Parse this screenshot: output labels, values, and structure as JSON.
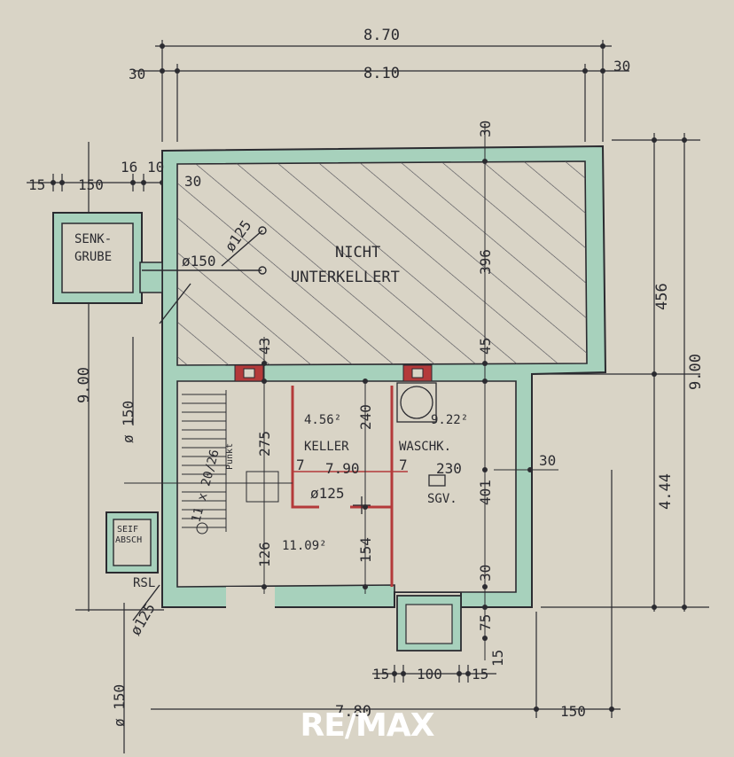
{
  "labels": {
    "top_outer": "8.70",
    "top_inner": "8.10",
    "top_left_30": "30",
    "top_right_30": "30",
    "left_15": "15",
    "left_150": "150",
    "left_16": "16",
    "left_10": "10",
    "left_30b": "30",
    "upper_30": "30",
    "right_456": "456",
    "right_900": "9.00",
    "right_444": "4.44",
    "right_30": "30",
    "left_900": "9.00",
    "left_150v": "ø 150",
    "left_150v2": "ø 150",
    "pipe_125": "ø125",
    "pipe_150": "ø150",
    "pipe_125b": "ø125",
    "pipe_125c": "ø125",
    "rsl": "RSL",
    "cess_line1": "SENK-",
    "cess_line2": "GRUBE",
    "sink_line1": "SEIF",
    "sink_line2": "ABSCH",
    "nicht_1": "NICHT",
    "nicht_2": "UNTERKELLERT",
    "dim_396": "396",
    "dim_43": "43",
    "dim_45": "45",
    "keller_area": "4.56²",
    "keller_name": "KELLER",
    "wasch_area": "9.22²",
    "wasch_name": "WASCHK.",
    "dim_240": "240",
    "dim_790": "7.90",
    "dim_7a": "7",
    "dim_7b": "7",
    "dim_230": "230",
    "dim_401": "401",
    "dim_275": "275",
    "stair": "11 x 20/26",
    "punkt": "Punkt",
    "sgv": "SGV.",
    "stair_area": "11.09²",
    "dim_126": "126",
    "dim_154": "154",
    "dim_30c": "30",
    "dim_75": "75",
    "dim_15c": "15",
    "dim_15d": "15",
    "dim_100": "100",
    "dim_15e": "15",
    "bottom_780": "7.80",
    "bottom_150": "150",
    "logo": "RE/MAX"
  },
  "colors": {
    "paper": "#d9d4c6",
    "wall_fill": "#a7d1bc",
    "ink": "#2b2b30",
    "chimney": "#b43a3a",
    "logo": "#ffffff"
  }
}
